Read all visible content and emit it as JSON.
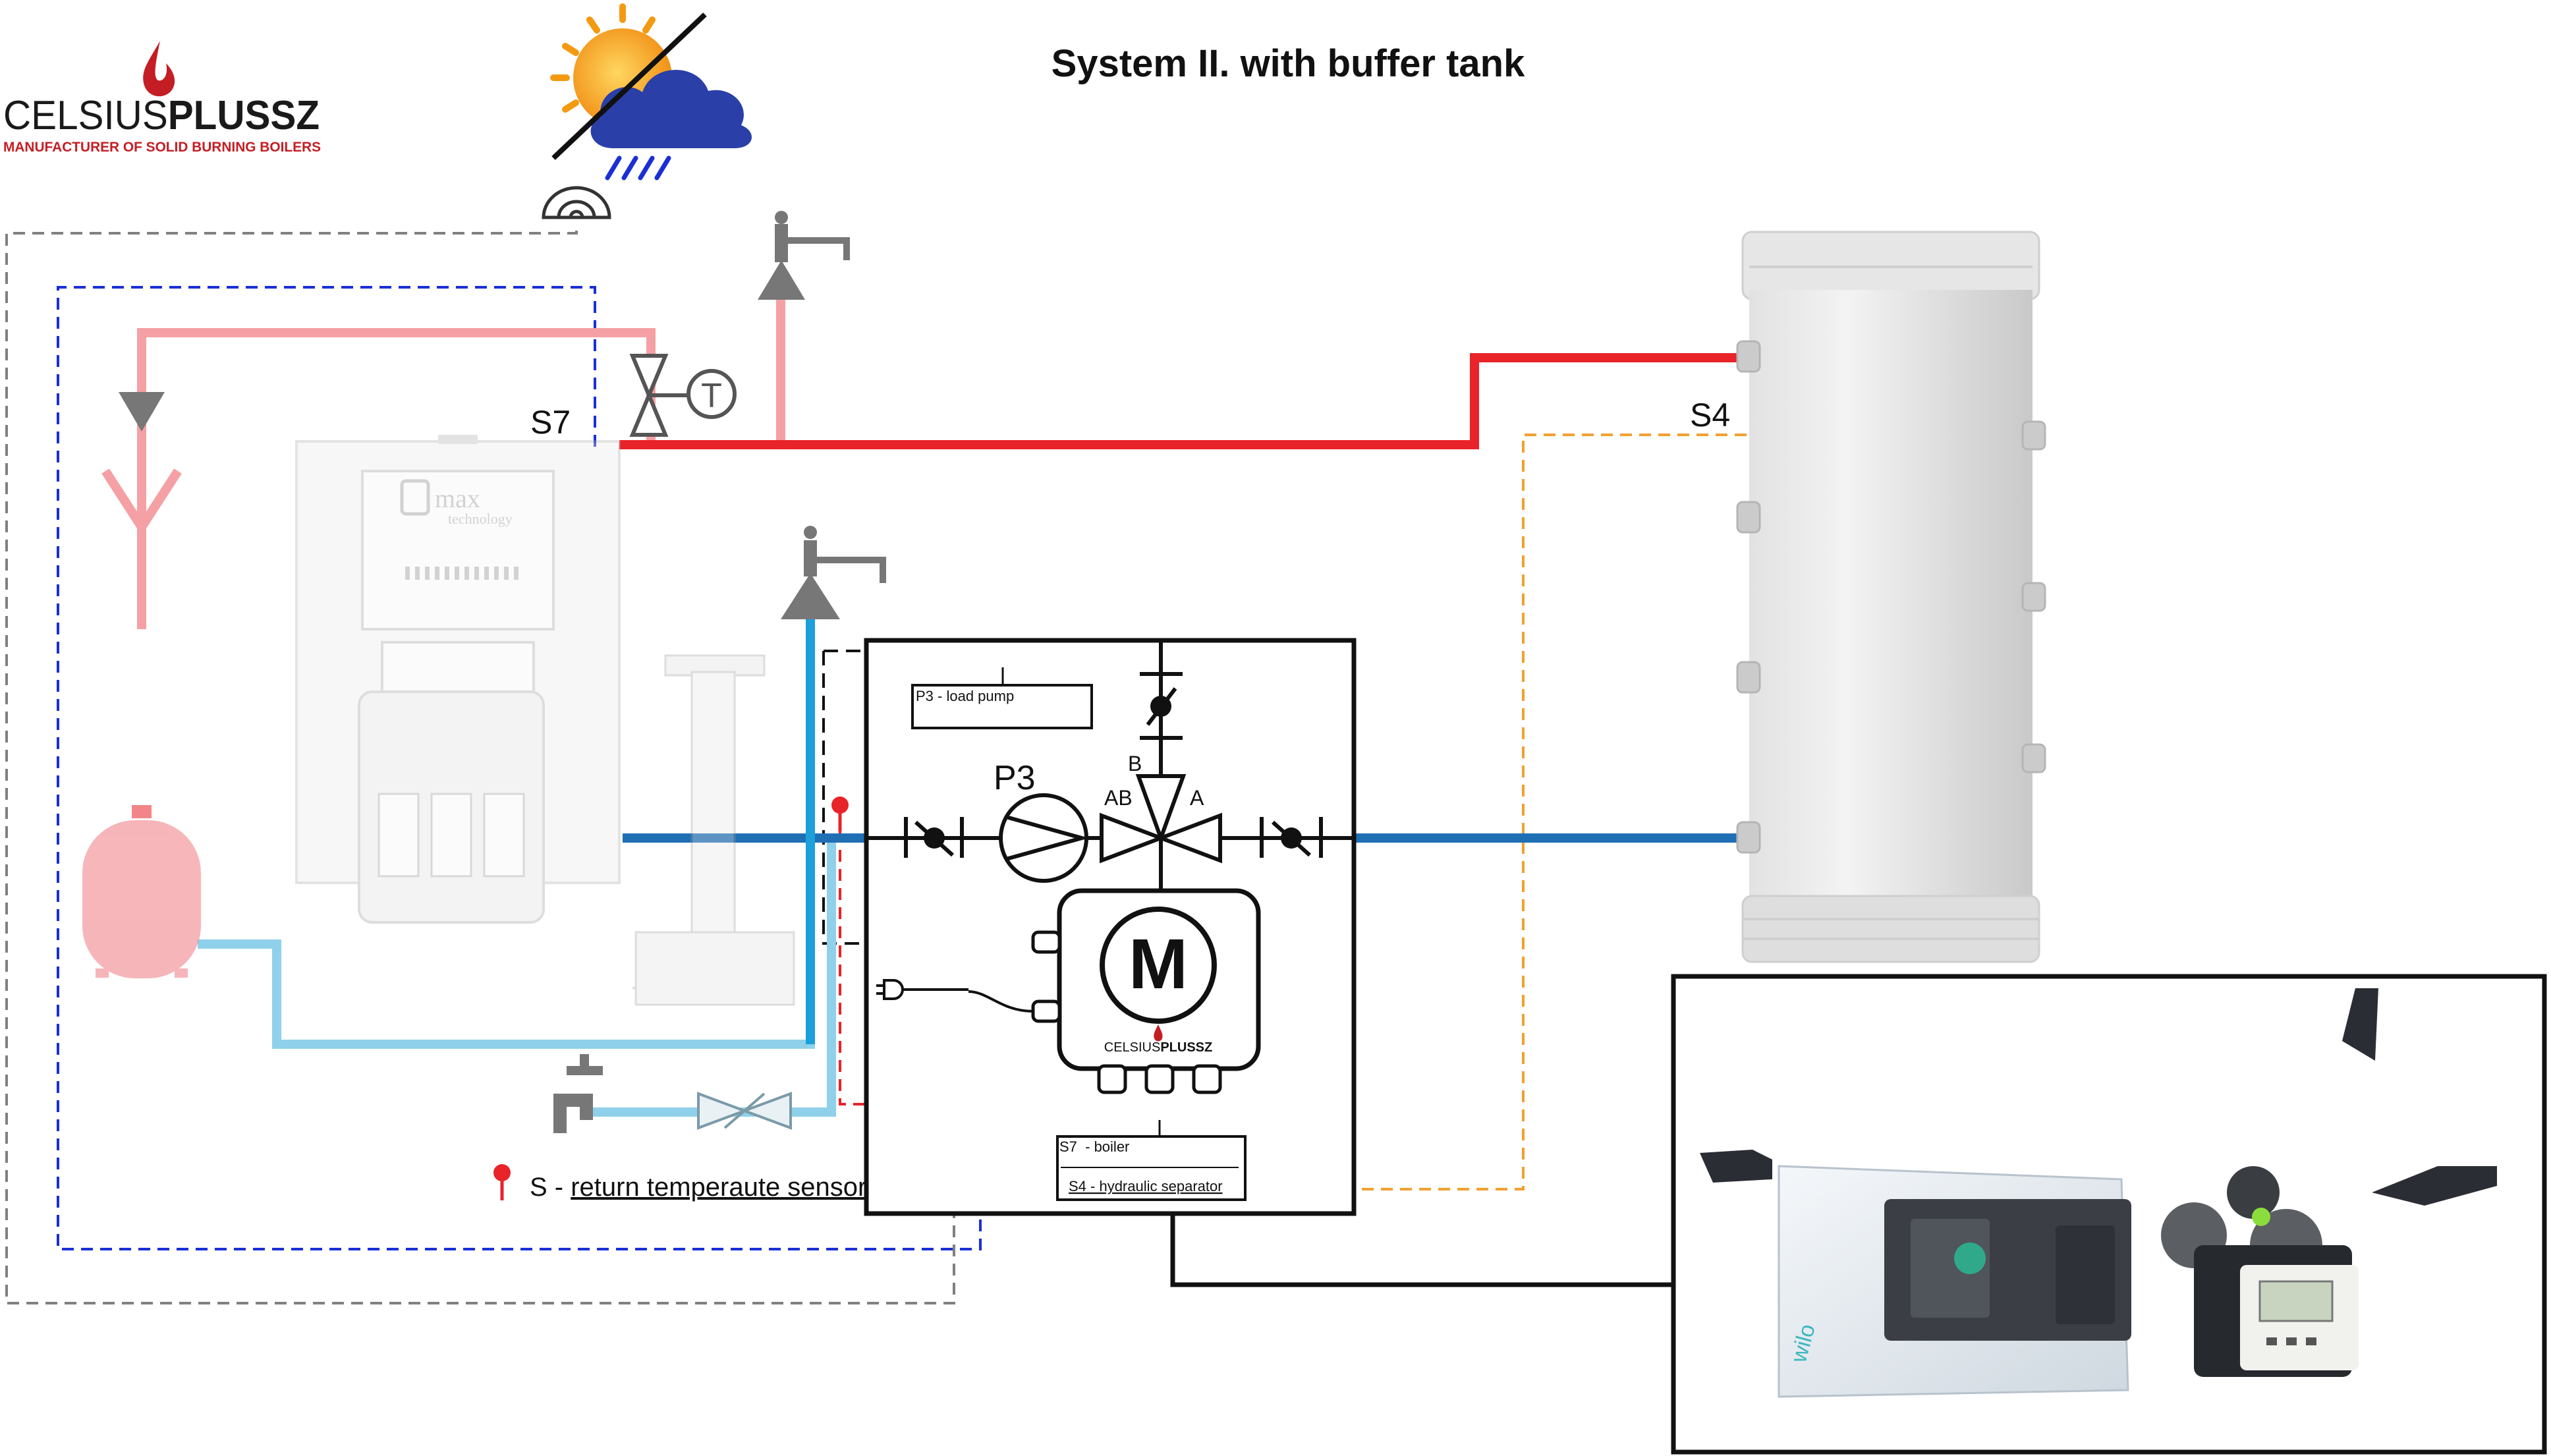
{
  "logo": {
    "brand_left": "CELSIUS",
    "brand_right": "PLUSSZ",
    "tagline": "MANUFACTURER OF SOLID BURNING BOILERS"
  },
  "title": "System II. with buffer tank",
  "boiler": {
    "logo_text_1": "max",
    "logo_text_2": "technology"
  },
  "sensors": {
    "s7": "S7",
    "s4": "S4",
    "t_symbol": "T"
  },
  "control_unit": {
    "pump_label": "P3",
    "pump_box": "P3 - load pump",
    "port_b": "B",
    "port_ab": "AB",
    "port_a": "A",
    "motor": "M",
    "brand_left": "CELSIUS",
    "brand_right": "PLUSSZ",
    "sensor_box_line1": "S7  - boiler",
    "sensor_box_line2": "S4 - hydraulic separator"
  },
  "legend": {
    "prefix": "S - ",
    "text": "return temperaute sensor"
  },
  "pump_photo": {
    "brand": "wilo"
  },
  "colors": {
    "flow_red": "#e8232a",
    "flow_pink": "#f5a0a4",
    "return_blue": "#1f6fb5",
    "return_light_blue": "#8fd0ea",
    "cable_blue": "#1a2fd6",
    "cable_grey": "#808080",
    "cable_orange": "#f0a030",
    "sensor_red": "#e8232a"
  }
}
